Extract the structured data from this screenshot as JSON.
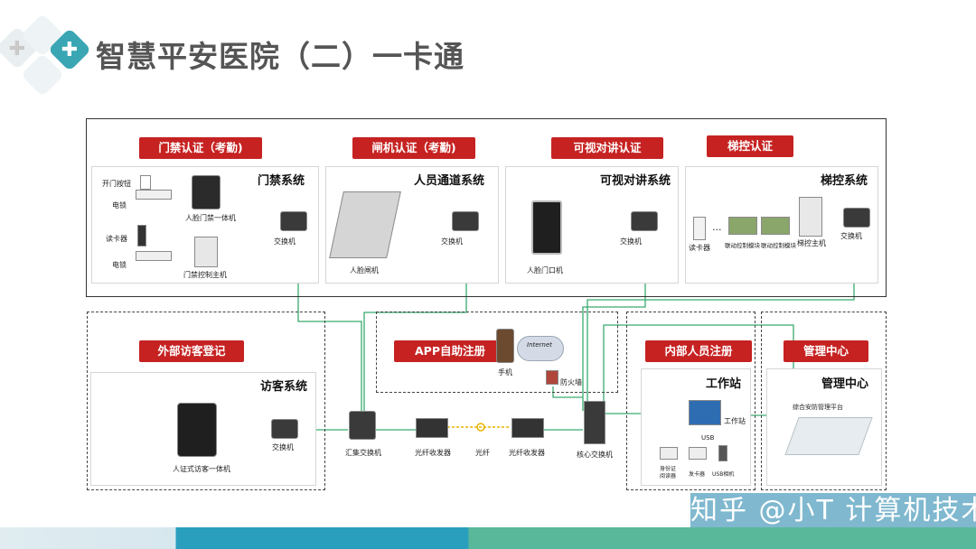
{
  "header": {
    "title": "智慧平安医院（二）一卡通",
    "icon": "plus-icon"
  },
  "colors": {
    "banner": "#c62222",
    "link": "#3aaa70",
    "logo_teal": "#3aa6b4",
    "bottom_teal": "#2a9fbd",
    "bottom_green": "#5ab89a"
  },
  "top_section": {
    "banners": [
      "门禁认证（考勤)",
      "闸机认证（考勤)",
      "可视对讲认证",
      "梯控认证"
    ],
    "access": {
      "title": "门禁系统",
      "exit_button": "开门按钮",
      "lock1": "电锁",
      "card_reader": "读卡器",
      "lock2": "电锁",
      "face_terminal": "人脸门禁一体机",
      "controller": "门禁控制主机",
      "switch": "交换机"
    },
    "gate": {
      "title": "人员通道系统",
      "face_gate": "人脸闸机",
      "switch": "交换机"
    },
    "intercom": {
      "title": "可视对讲系统",
      "door_station": "人脸门口机",
      "switch": "交换机"
    },
    "elevator": {
      "title": "梯控系统",
      "card_reader": "读卡器",
      "dots": "···",
      "module1": "联动控制模块",
      "module2": "联动控制模块",
      "host": "梯控主机",
      "switch": "交换机"
    }
  },
  "visitor": {
    "banner": "外部访客登记",
    "title": "访客系统",
    "kiosk": "人证式访客一体机",
    "switch": "交换机"
  },
  "app": {
    "banner": "APP自助注册",
    "phone": "手机",
    "internet": "Internet",
    "firewall": "防火墙"
  },
  "backbone": {
    "agg_switch": "汇集交换机",
    "transceiver1": "光纤收发器",
    "fiber": "光纤",
    "transceiver2": "光纤收发器",
    "core_switch": "核心交换机"
  },
  "staff": {
    "banner": "内部人员注册",
    "title": "工作站",
    "workstation": "工作站",
    "usb": "USB",
    "id_reader": "身份证阅读器",
    "card_issuer": "发卡器",
    "usb_camera": "USB相机"
  },
  "mgmt": {
    "banner": "管理中心",
    "title": "管理中心",
    "platform": "综合安防管理平台"
  },
  "watermark": "知乎 @小T 计算机技术"
}
